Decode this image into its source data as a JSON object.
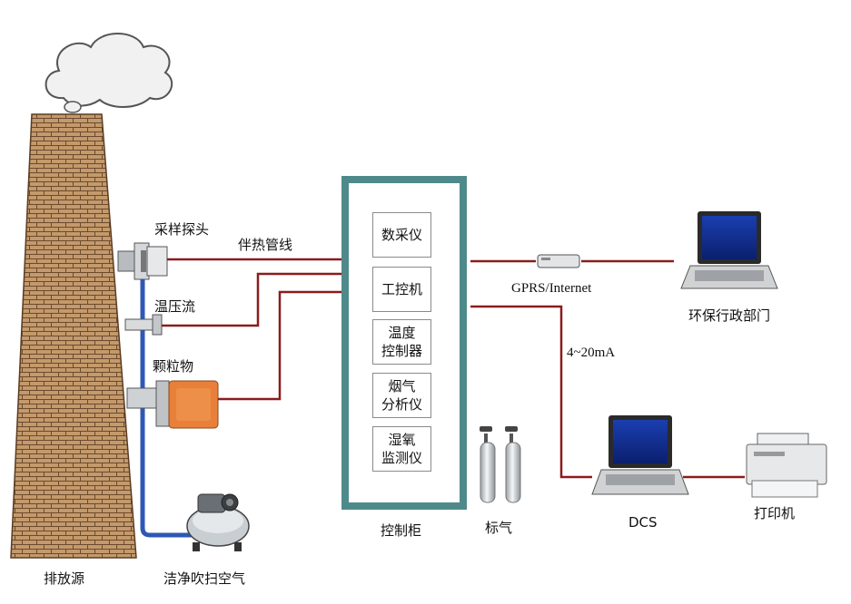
{
  "chimney": {
    "label": "排放源"
  },
  "probes": {
    "sampling_probe": "采样探头",
    "temp_pressure_flow": "温压流",
    "particulate": "颗粒物"
  },
  "heated_line": {
    "label": "伴热管线"
  },
  "purge_air": {
    "label": "洁净吹扫空气"
  },
  "cabinet": {
    "label": "控制柜",
    "modules": [
      {
        "lines": [
          "数采仪"
        ]
      },
      {
        "lines": [
          "工控机"
        ]
      },
      {
        "lines": [
          "温度",
          "控制器"
        ]
      },
      {
        "lines": [
          "烟气",
          "分析仪"
        ]
      },
      {
        "lines": [
          "湿氧",
          "监测仪"
        ]
      }
    ]
  },
  "calibration_gas": {
    "label": "标气"
  },
  "gprs": {
    "label": "GPRS/Internet"
  },
  "analog": {
    "label": "4~20mA"
  },
  "epa": {
    "label": "环保行政部门"
  },
  "dcs": {
    "label": "DCS"
  },
  "printer": {
    "label": "打印机"
  },
  "colors": {
    "signal_line": "#8b1c1c",
    "purge_tube": "#2f58b5",
    "cabinet_frame": "#4f8a8b",
    "brick": "#b88a5c",
    "particulate_box": "#e8803a"
  }
}
